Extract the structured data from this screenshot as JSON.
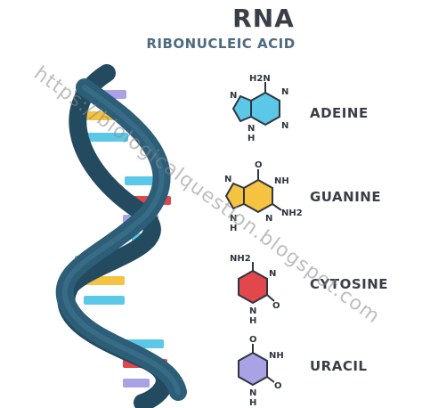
{
  "header": {
    "title": "RNA",
    "subtitle": "RIBONUCLEIC ACID"
  },
  "bases": [
    {
      "name": "ADEINE",
      "color": "#5bc8e8",
      "labels": {
        "nh2": "H2N",
        "n1": "N",
        "n2": "N",
        "n3": "N",
        "nh": "N",
        "h": "H"
      }
    },
    {
      "name": "GUANINE",
      "color": "#f5c242",
      "labels": {
        "o": "O",
        "nh": "NH",
        "n1": "N",
        "n2": "N",
        "nh2": "NH2",
        "nh_b": "N",
        "h": "H"
      }
    },
    {
      "name": "CYTOSINE",
      "color": "#e2474c",
      "labels": {
        "nh2": "NH2",
        "n1": "N",
        "n2": "N",
        "o": "O",
        "h": "H"
      }
    },
    {
      "name": "URACIL",
      "color": "#a9a3e6",
      "labels": {
        "o1": "O",
        "nh": "NH",
        "n": "N",
        "o2": "O",
        "h": "H"
      }
    }
  ],
  "helix": {
    "strand_color": "#2d5e78",
    "strand_dark": "#244a60"
  },
  "rungs": [
    {
      "base": "uracil",
      "color": "#a9a3e6"
    },
    {
      "base": "guanine",
      "color": "#f5c242"
    },
    {
      "base": "adenine",
      "color": "#5bc8e8"
    },
    {
      "base": "adenine",
      "color": "#5bc8e8"
    },
    {
      "base": "cytosine",
      "color": "#e2474c"
    },
    {
      "base": "uracil",
      "color": "#a9a3e6"
    },
    {
      "base": "adenine",
      "color": "#5bc8e8"
    },
    {
      "base": "uracil",
      "color": "#a9a3e6"
    },
    {
      "base": "guanine",
      "color": "#f5c242"
    },
    {
      "base": "adenine",
      "color": "#5bc8e8"
    },
    {
      "base": "adenine",
      "color": "#5bc8e8"
    },
    {
      "base": "cytosine",
      "color": "#e2474c"
    },
    {
      "base": "uracil",
      "color": "#a9a3e6"
    }
  ],
  "watermark": {
    "text": "https://biologicalquestion.blogspot.com"
  }
}
